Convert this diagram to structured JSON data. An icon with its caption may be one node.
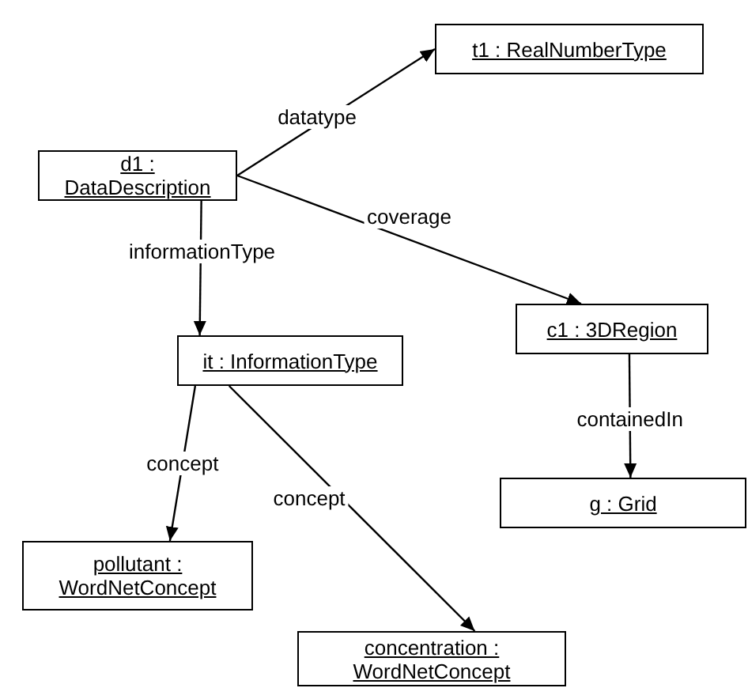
{
  "diagram": {
    "nodes": [
      {
        "text": [
          "d1 : DataDescription"
        ]
      },
      {
        "text": [
          "t1 : RealNumberType"
        ]
      },
      {
        "text": [
          "it : InformationType"
        ]
      },
      {
        "text": [
          "c1 : 3DRegion"
        ]
      },
      {
        "text": [
          "g : Grid"
        ]
      },
      {
        "text": [
          "pollutant : WordNetConcept"
        ]
      },
      {
        "text": [
          "concentration : WordNetConcept"
        ]
      }
    ],
    "edges": [
      {
        "from": 0,
        "to": 1,
        "arrow": "to",
        "label": "datatype"
      },
      {
        "from": 0,
        "to": 3,
        "arrow": "to",
        "label": "coverage"
      },
      {
        "from": 0,
        "to": 2,
        "arrow": "to",
        "label": "informationType"
      },
      {
        "from": 2,
        "to": 5,
        "arrow": "to",
        "label": "concept"
      },
      {
        "from": 2,
        "to": 6,
        "arrow": "to",
        "label": "concept"
      },
      {
        "from": 3,
        "to": 4,
        "arrow": "to",
        "label": "containedIn"
      }
    ]
  }
}
